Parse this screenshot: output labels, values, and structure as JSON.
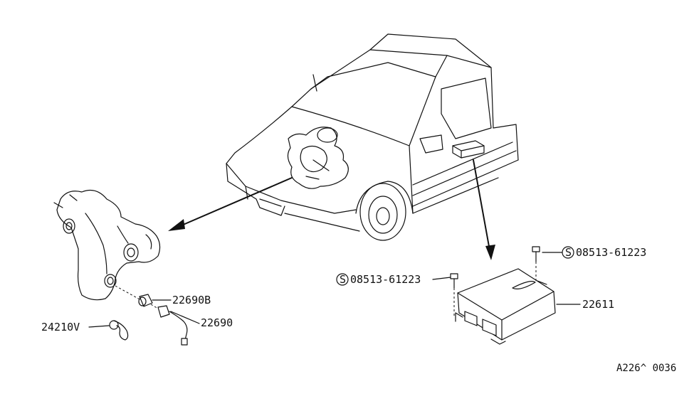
{
  "parts": {
    "screw_left": {
      "symbol": "S",
      "number": "08513-61223"
    },
    "screw_right": {
      "symbol": "S",
      "number": "08513-61223"
    },
    "control_unit": {
      "number": "22611"
    },
    "sensor_boss": {
      "number": "22690B"
    },
    "oxygen_sensor": {
      "number": "22690"
    },
    "harness_clip": {
      "number": "24210V"
    }
  },
  "figure_ref": "A226^ 0036"
}
